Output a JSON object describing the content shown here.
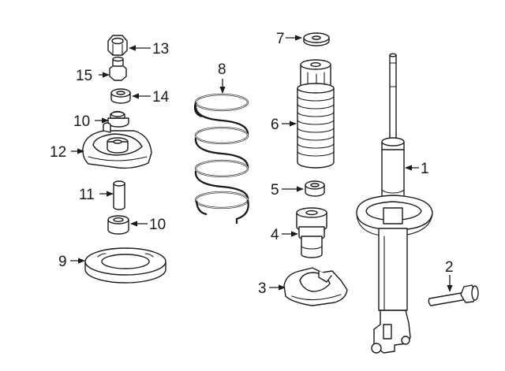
{
  "diagram": {
    "callouts": [
      {
        "id": "c1",
        "label": "1"
      },
      {
        "id": "c2",
        "label": "2"
      },
      {
        "id": "c3",
        "label": "3"
      },
      {
        "id": "c4",
        "label": "4"
      },
      {
        "id": "c5",
        "label": "5"
      },
      {
        "id": "c6",
        "label": "6"
      },
      {
        "id": "c7",
        "label": "7"
      },
      {
        "id": "c8",
        "label": "8"
      },
      {
        "id": "c9",
        "label": "9"
      },
      {
        "id": "c10a",
        "label": "10"
      },
      {
        "id": "c10b",
        "label": "10"
      },
      {
        "id": "c11",
        "label": "11"
      },
      {
        "id": "c12",
        "label": "12"
      },
      {
        "id": "c13",
        "label": "13"
      },
      {
        "id": "c14",
        "label": "14"
      },
      {
        "id": "c15",
        "label": "15"
      }
    ]
  }
}
